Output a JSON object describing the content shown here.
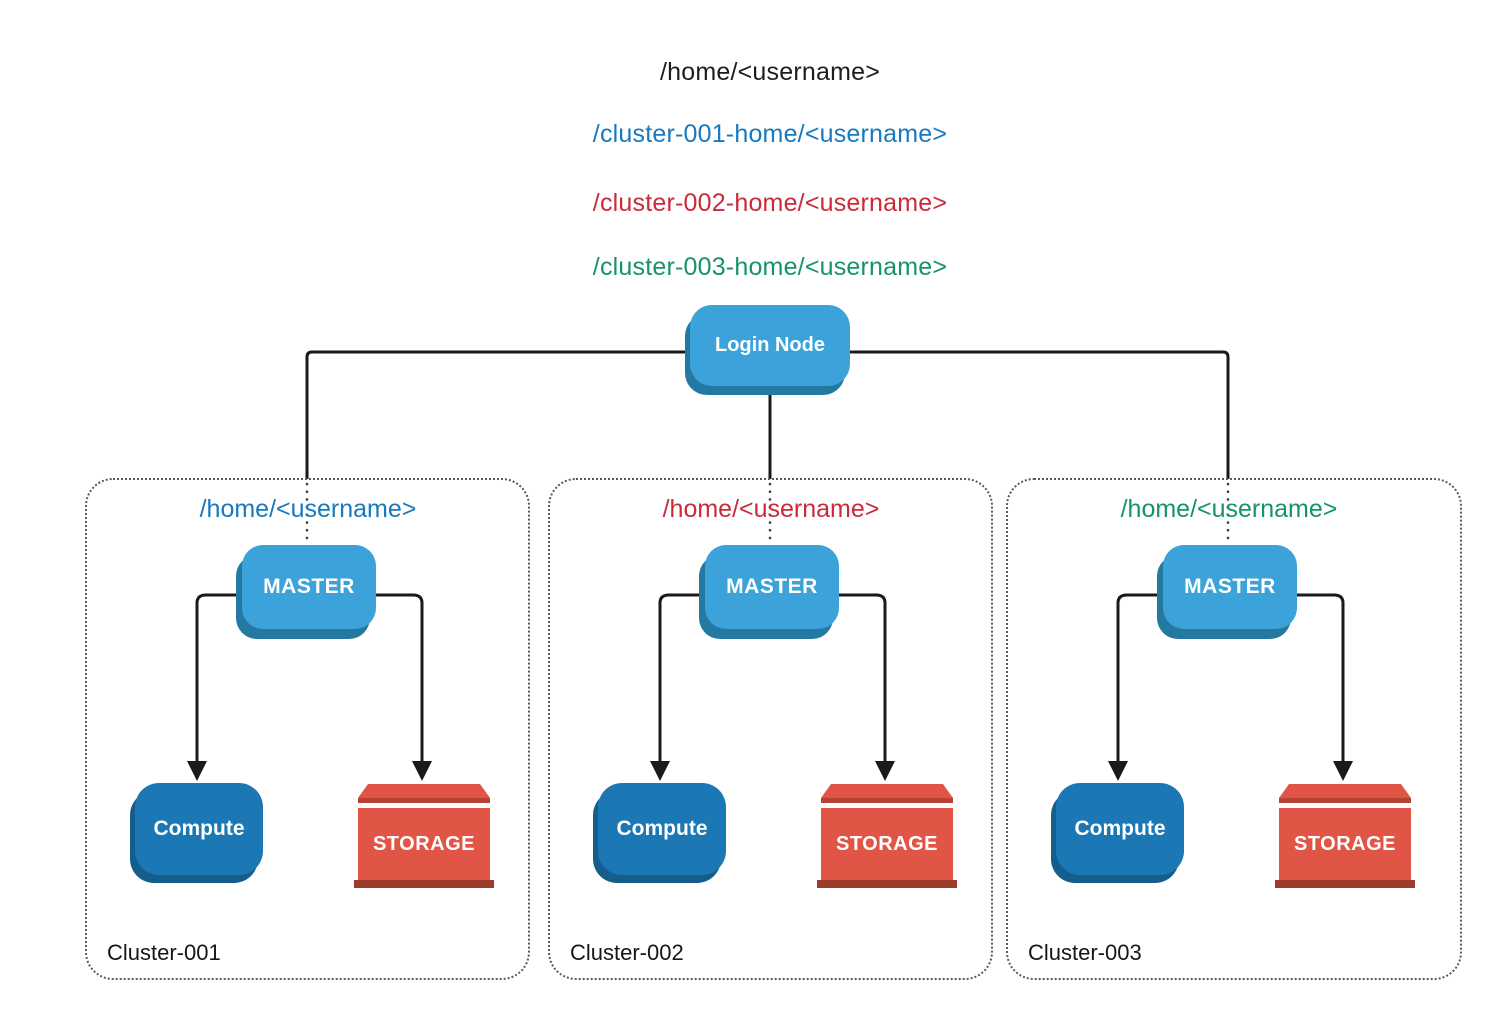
{
  "title_paths": {
    "main": {
      "text": "/home/<username>",
      "color": "#1d1d1d"
    },
    "cluster1": {
      "text": "/cluster-001-home/<username>",
      "color": "#1779be"
    },
    "cluster2": {
      "text": "/cluster-002-home/<username>",
      "color": "#cb2a39"
    },
    "cluster3": {
      "text": "/cluster-003-home/<username>",
      "color": "#16926e"
    }
  },
  "login_node": {
    "label": "Login Node"
  },
  "clusters": [
    {
      "name": "Cluster-001",
      "home_path": "/home/<username>",
      "path_color": "#1779be",
      "master_label": "MASTER",
      "compute_label": "Compute",
      "storage_label": "STORAGE"
    },
    {
      "name": "Cluster-002",
      "home_path": "/home/<username>",
      "path_color": "#cb2a39",
      "master_label": "MASTER",
      "compute_label": "Compute",
      "storage_label": "STORAGE"
    },
    {
      "name": "Cluster-003",
      "home_path": "/home/<username>",
      "path_color": "#16926e",
      "master_label": "MASTER",
      "compute_label": "Compute",
      "storage_label": "STORAGE"
    }
  ],
  "colors": {
    "node_blue": "#3ba2da",
    "node_blue_shadow": "#2379a1",
    "compute_blue": "#1b78b5",
    "compute_blue_shadow": "#155e8c",
    "storage_red": "#e05546",
    "storage_lid_edge": "#b54334",
    "storage_base": "#9c3a2c",
    "wire_black": "#1a1a1a",
    "cluster_border": "#5a5a5a"
  }
}
